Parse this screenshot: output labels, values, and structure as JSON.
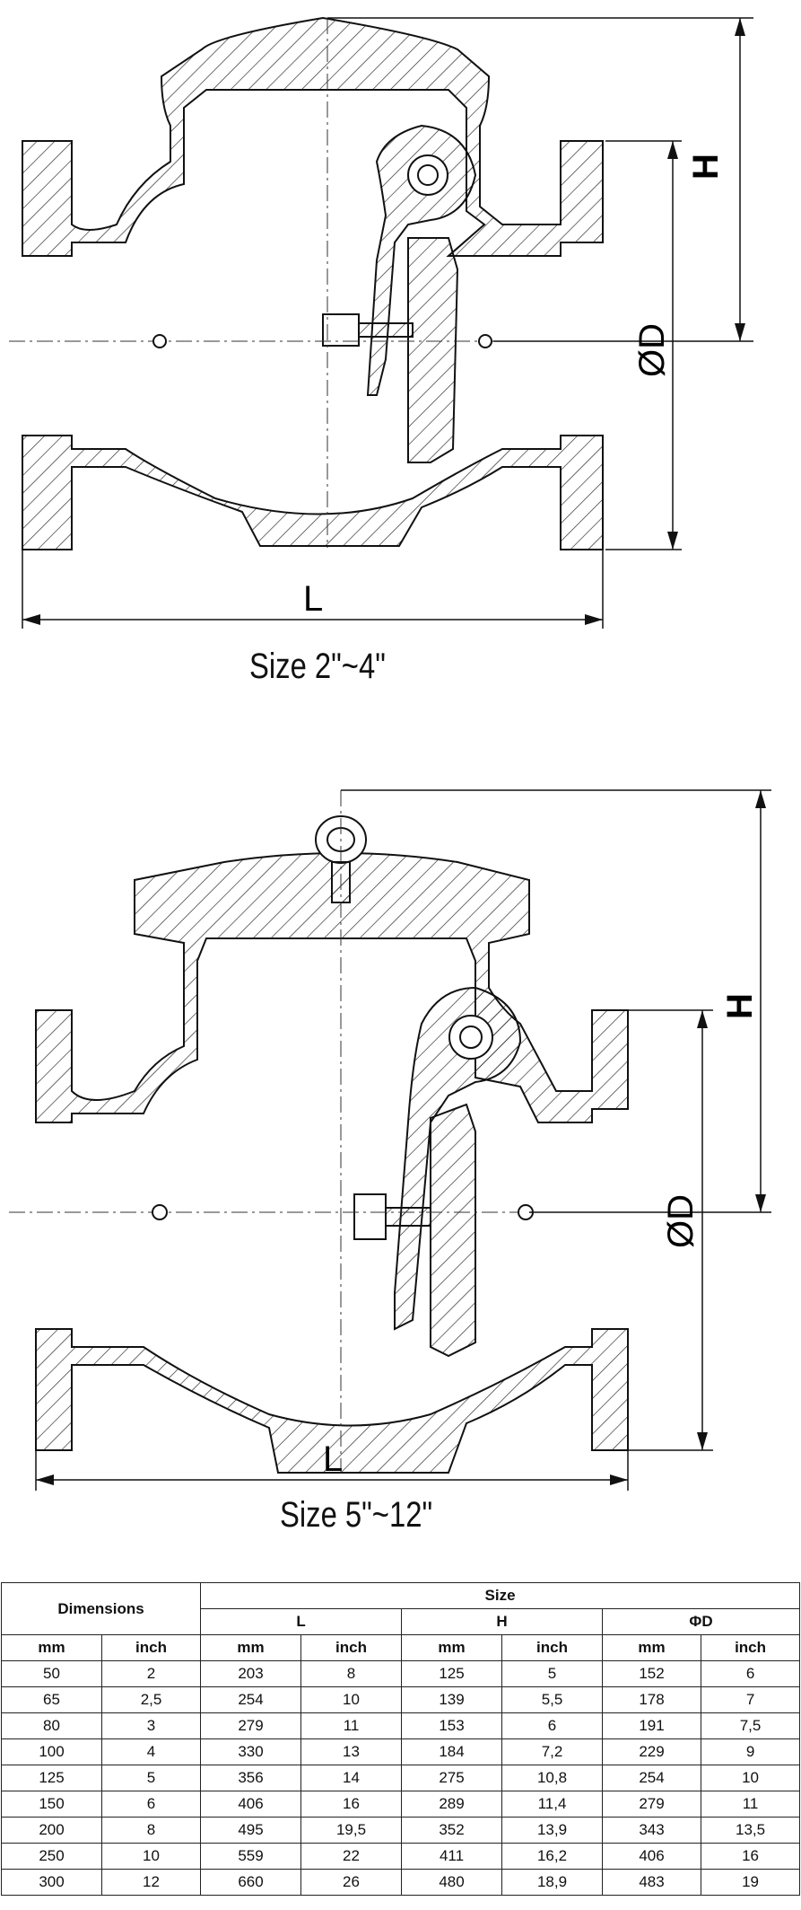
{
  "drawing_top": {
    "caption": "Size 2\"~4\"",
    "label_h": "H",
    "label_d": "ØD",
    "label_l": "L"
  },
  "drawing_bottom": {
    "caption": "Size 5\"~12\"",
    "label_h": "H",
    "label_d": "ØD",
    "label_l": "L"
  },
  "table": {
    "header_dimensions": "Dimensions",
    "header_size": "Size",
    "header_l": "L",
    "header_h": "H",
    "header_d": "ΦD",
    "unit_mm": "mm",
    "unit_inch": "inch",
    "rows": [
      [
        "50",
        "2",
        "203",
        "8",
        "125",
        "5",
        "152",
        "6"
      ],
      [
        "65",
        "2,5",
        "254",
        "10",
        "139",
        "5,5",
        "178",
        "7"
      ],
      [
        "80",
        "3",
        "279",
        "11",
        "153",
        "6",
        "191",
        "7,5"
      ],
      [
        "100",
        "4",
        "330",
        "13",
        "184",
        "7,2",
        "229",
        "9"
      ],
      [
        "125",
        "5",
        "356",
        "14",
        "275",
        "10,8",
        "254",
        "10"
      ],
      [
        "150",
        "6",
        "406",
        "16",
        "289",
        "11,4",
        "279",
        "11"
      ],
      [
        "200",
        "8",
        "495",
        "19,5",
        "352",
        "13,9",
        "343",
        "13,5"
      ],
      [
        "250",
        "10",
        "559",
        "22",
        "411",
        "16,2",
        "406",
        "16"
      ],
      [
        "300",
        "12",
        "660",
        "26",
        "480",
        "18,9",
        "483",
        "19"
      ]
    ]
  }
}
